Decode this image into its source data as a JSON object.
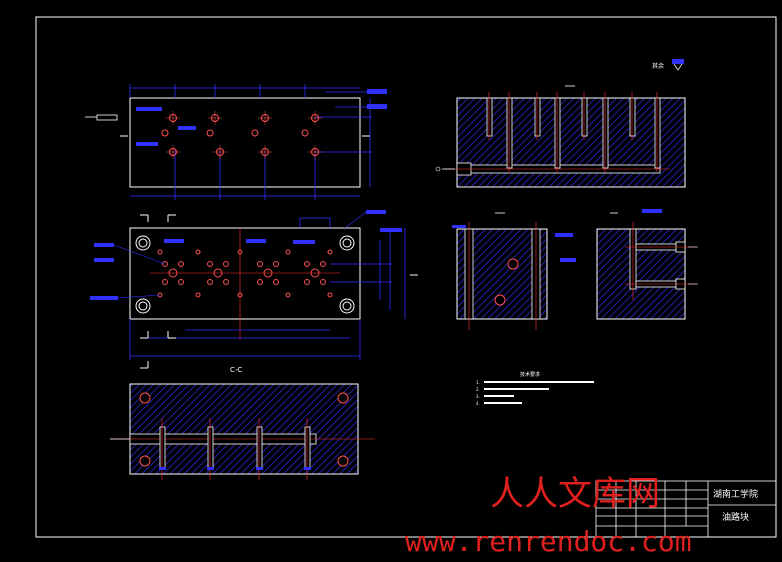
{
  "colors": {
    "background": "#000000",
    "frame": "#ffffff",
    "dimension": "#3030ff",
    "hatch": "#2a2ad8",
    "center_line": "#ff3030",
    "hole": "#ff5050",
    "watermark": "#e0201e"
  },
  "title_block": {
    "school": "湖南工学院",
    "part_name": "油路块"
  },
  "labels": {
    "section_cc": "C-C",
    "top_right": "其余"
  },
  "notes": {
    "heading": "技术要求",
    "lines": [
      "1.",
      "2.",
      "3.",
      "4."
    ]
  },
  "watermark": {
    "cn": "人人文库网",
    "url": "www.renrendoc.com"
  }
}
